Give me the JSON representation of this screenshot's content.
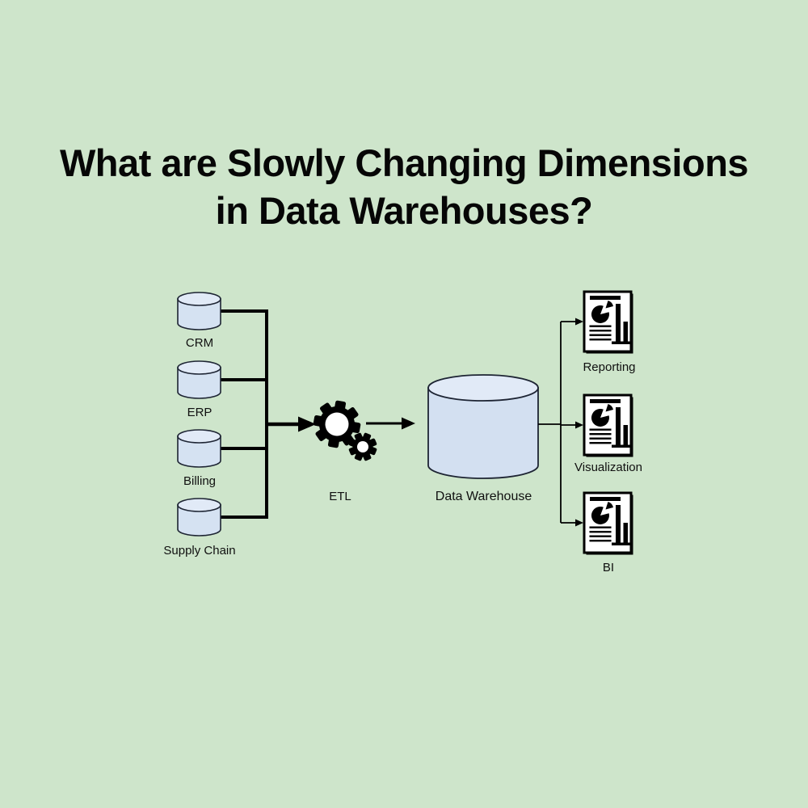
{
  "title": {
    "line1": "What are Slowly Changing Dimensions",
    "line2": "in Data Warehouses?"
  },
  "diagram": {
    "sources": [
      {
        "label": "CRM",
        "icon": "database-cylinder-icon"
      },
      {
        "label": "ERP",
        "icon": "database-cylinder-icon"
      },
      {
        "label": "Billing",
        "icon": "database-cylinder-icon"
      },
      {
        "label": "Supply Chain",
        "icon": "database-cylinder-icon"
      }
    ],
    "process": {
      "label": "ETL",
      "icon": "gears-icon"
    },
    "warehouse": {
      "label": "Data Warehouse",
      "icon": "database-cylinder-icon"
    },
    "outputs": [
      {
        "label": "Reporting",
        "icon": "report-document-icon"
      },
      {
        "label": "Visualization",
        "icon": "report-document-icon"
      },
      {
        "label": "BI",
        "icon": "report-document-icon"
      }
    ],
    "colors": {
      "background": "#cee5cb",
      "cylinder_body": "#d5e2f2",
      "cylinder_top": "#e1eaf7",
      "cylinder_outline": "#1d2433",
      "connector": "#000000",
      "document_fill": "#ffffff",
      "icon_ink": "#000000",
      "title_text": "#060606",
      "label_text": "#101010"
    }
  }
}
